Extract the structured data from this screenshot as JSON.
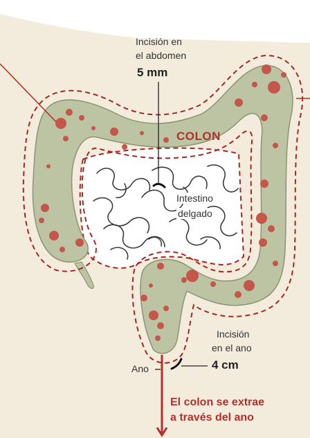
{
  "colors": {
    "body_skin": "#f3ecdd",
    "colon_fill": "#bcc4a4",
    "colon_edge": "#8a9470",
    "tumor": "#c4574a",
    "dashed_line": "#a7251f",
    "accent_red": "#b5302a",
    "small_intestine_fill": "#ffffff",
    "small_intestine_stroke": "#3a3a3a"
  },
  "labels": {
    "abdomen_incision_line1": "Incisión en",
    "abdomen_incision_line2": "el abdomen",
    "abdomen_incision_size": "5 mm",
    "colon": "COLON",
    "small_intestine_line1": "Intestino",
    "small_intestine_line2": "delgado",
    "anus_incision_line1": "Incisión",
    "anus_incision_line2": "en el ano",
    "anus_incision_size": "4 cm",
    "anus": "Ano",
    "extraction_line1": "El colon se extrae",
    "extraction_line2": "a través del ano"
  }
}
